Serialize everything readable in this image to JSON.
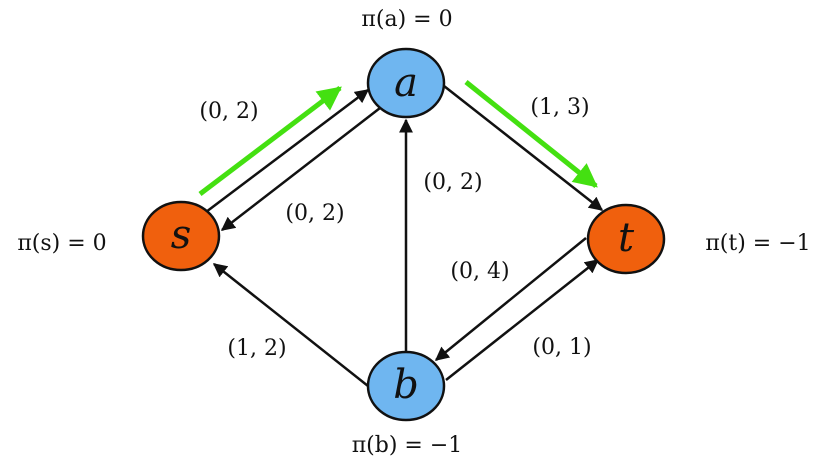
{
  "nodes": {
    "a": {
      "label": "a",
      "potential": "π(a) = 0",
      "color": "#6fb6f0"
    },
    "s": {
      "label": "s",
      "potential": "π(s) = 0",
      "color": "#f0600d"
    },
    "t": {
      "label": "t",
      "potential": "π(t) = −1",
      "color": "#f0600d"
    },
    "b": {
      "label": "b",
      "potential": "π(b) = −1",
      "color": "#6fb6f0"
    }
  },
  "edges": {
    "s_a": "(0, 2)",
    "a_s": "(0, 2)",
    "a_t": "(1, 3)",
    "b_a": "(0, 2)",
    "t_b": "(0, 4)",
    "b_t": "(0, 1)",
    "b_s": "(1, 2)"
  },
  "colors": {
    "path": "#44e011",
    "edge": "#111111",
    "node_stroke": "#111111"
  }
}
